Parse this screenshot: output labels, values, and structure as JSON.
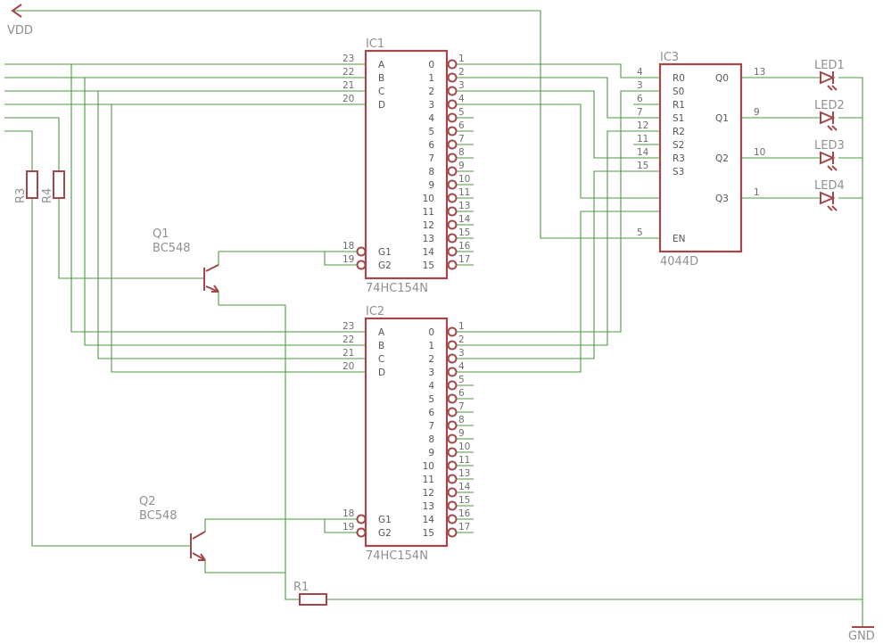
{
  "labels": {
    "vdd": "VDD",
    "gnd": "GND",
    "ic1": "IC1",
    "ic1_part": "74HC154N",
    "ic2": "IC2",
    "ic2_part": "74HC154N",
    "ic3": "IC3",
    "ic3_part": "4044D",
    "q1": "Q1",
    "q1_part": "BC548",
    "q2": "Q2",
    "q2_part": "BC548",
    "r1": "R1",
    "r3": "R3",
    "r4": "R4",
    "led1": "LED1",
    "led2": "LED2",
    "led3": "LED3",
    "led4": "LED4"
  },
  "decoder": {
    "input_pins": [
      {
        "name": "A",
        "num": "23"
      },
      {
        "name": "B",
        "num": "22"
      },
      {
        "name": "C",
        "num": "21"
      },
      {
        "name": "D",
        "num": "20"
      }
    ],
    "enable_pins": [
      {
        "name": "G1",
        "num": "18"
      },
      {
        "name": "G2",
        "num": "19"
      }
    ],
    "outputs": [
      {
        "name": "0",
        "num": "1"
      },
      {
        "name": "1",
        "num": "2"
      },
      {
        "name": "2",
        "num": "3"
      },
      {
        "name": "3",
        "num": "4"
      },
      {
        "name": "4",
        "num": "5"
      },
      {
        "name": "5",
        "num": "6"
      },
      {
        "name": "6",
        "num": "7"
      },
      {
        "name": "7",
        "num": "8"
      },
      {
        "name": "8",
        "num": "9"
      },
      {
        "name": "9",
        "num": "10"
      },
      {
        "name": "10",
        "num": "11"
      },
      {
        "name": "11",
        "num": "13"
      },
      {
        "name": "12",
        "num": "14"
      },
      {
        "name": "13",
        "num": "15"
      },
      {
        "name": "14",
        "num": "16"
      },
      {
        "name": "15",
        "num": "17"
      }
    ]
  },
  "latch": {
    "inputs": [
      {
        "name": "R0",
        "num": "4"
      },
      {
        "name": "S0",
        "num": "3"
      },
      {
        "name": "R1",
        "num": "6"
      },
      {
        "name": "S1",
        "num": "7"
      },
      {
        "name": "R2",
        "num": "12"
      },
      {
        "name": "S2",
        "num": "11"
      },
      {
        "name": "R3",
        "num": "14"
      },
      {
        "name": "S3",
        "num": "15"
      },
      {
        "name": "EN",
        "num": "5"
      }
    ],
    "outputs": [
      {
        "name": "Q0",
        "num": "13"
      },
      {
        "name": "Q1",
        "num": "9"
      },
      {
        "name": "Q2",
        "num": "10"
      },
      {
        "name": "Q3",
        "num": "1"
      }
    ]
  },
  "colors": {
    "wire": "#4a9a3e",
    "body": "#a3474b",
    "label": "#8f8f8f"
  }
}
